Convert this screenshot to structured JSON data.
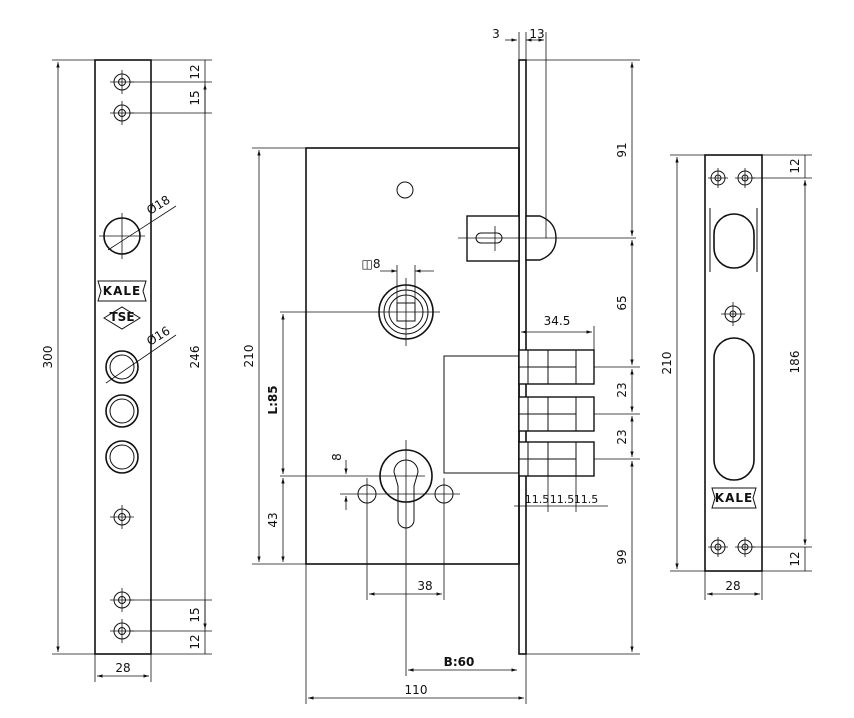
{
  "left_plate": {
    "height_overall": "300",
    "height_inner": "246",
    "width": "28",
    "top_offset_1": "12",
    "top_offset_2": "15",
    "bottom_offset_1": "15",
    "bottom_offset_2": "12",
    "hole_large_dia": "Ø18",
    "hole_small_dia": "Ø16"
  },
  "lock_body": {
    "faceplate_offset": "3",
    "faceplate_width": "13",
    "height": "210",
    "dim_91": "91",
    "dim_65": "65",
    "dim_23_a": "23",
    "dim_23_b": "23",
    "dim_99": "99",
    "bolt_throw": "34.5",
    "bolt_gap_1": "11.5",
    "bolt_gap_2": "11.5",
    "bolt_gap_3": "11.5",
    "spindle": "◫8",
    "distance_label": "L:85",
    "cyl_height": "8",
    "cyl_offset": "43",
    "cyl_width": "38",
    "backset_label": "B:60",
    "body_width": "110"
  },
  "strike_plate": {
    "height": "210",
    "inner_height": "186",
    "top_offset": "12",
    "bottom_offset": "12",
    "width": "28"
  },
  "logos": {
    "brand_plate": "KALE",
    "brand_strike": "KALE",
    "cert": "TSE"
  }
}
